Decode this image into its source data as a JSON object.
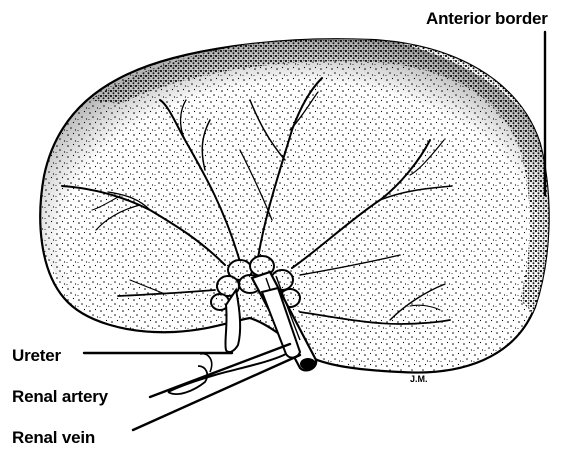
{
  "labels": {
    "anterior_border": "Anterior border",
    "ureter": "Ureter",
    "renal_artery": "Renal artery",
    "renal_vein": "Renal vein"
  },
  "signature": "J.M."
}
